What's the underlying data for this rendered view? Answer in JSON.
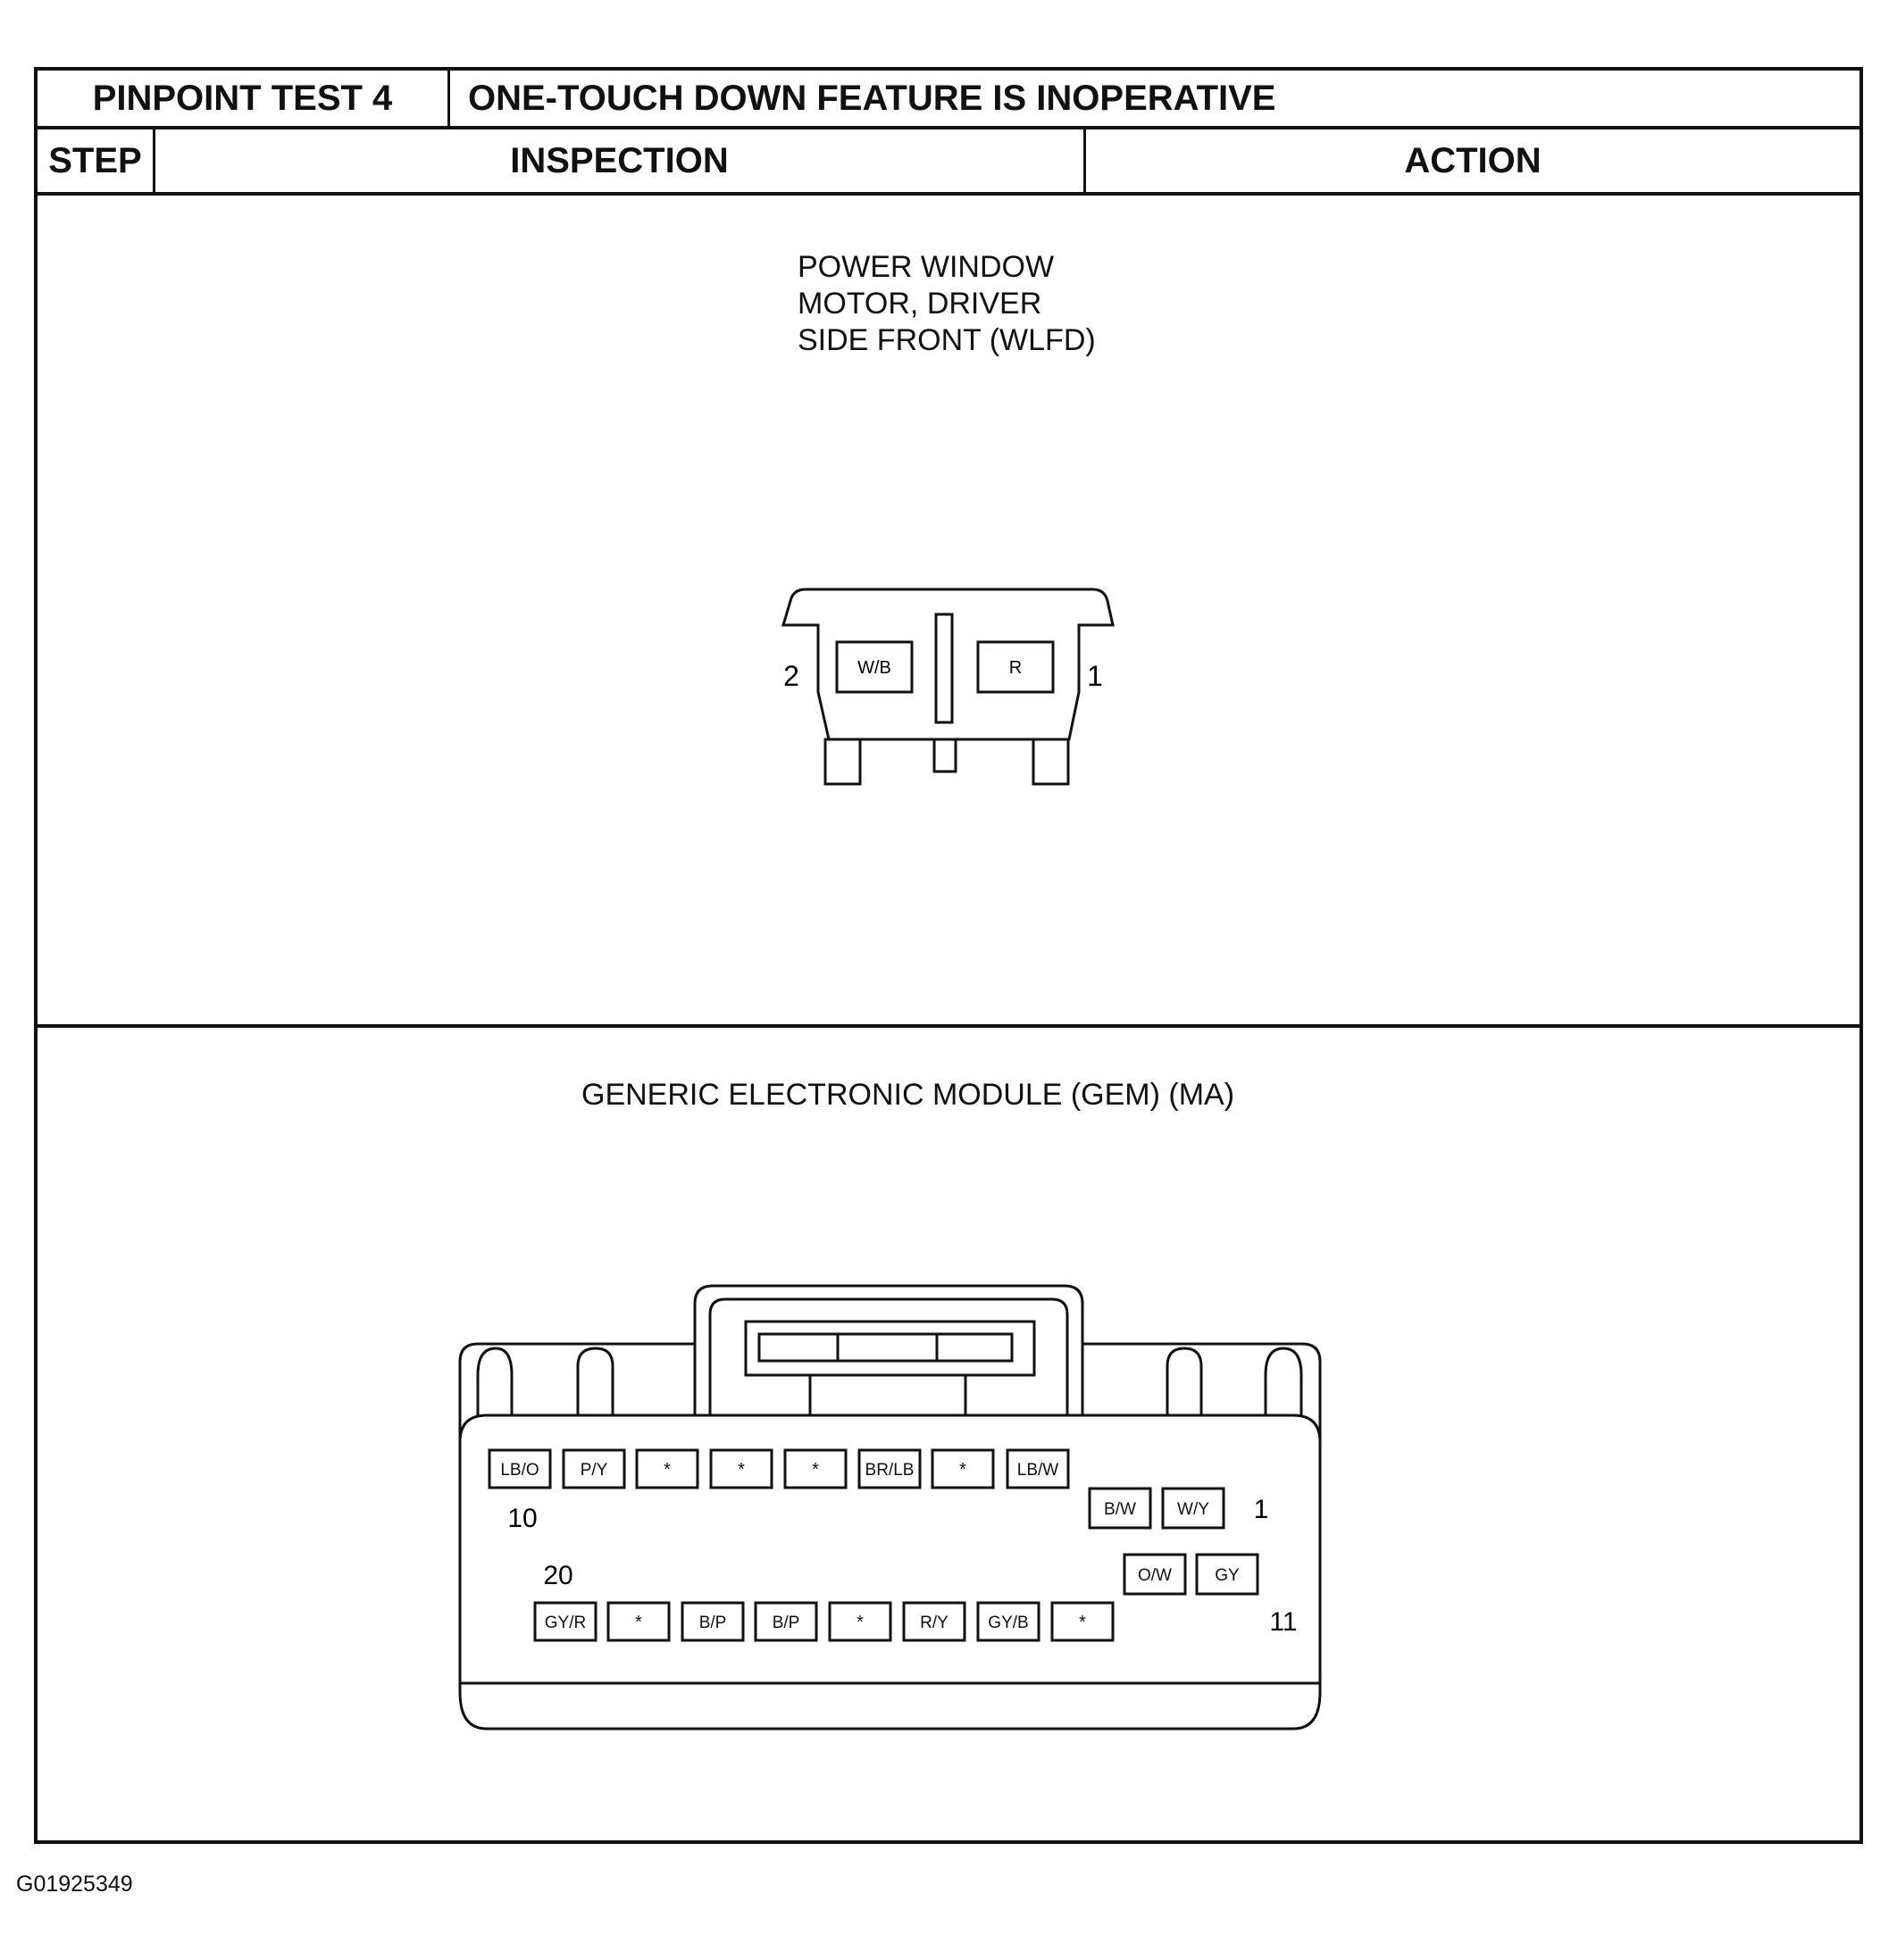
{
  "header": {
    "test_label": "PINPOINT TEST 4",
    "test_title": "ONE-TOUCH DOWN FEATURE IS INOPERATIVE",
    "col_step": "STEP",
    "col_inspection": "INSPECTION",
    "col_action": "ACTION"
  },
  "connector_motor": {
    "title_lines": [
      "POWER WINDOW",
      "MOTOR, DRIVER",
      "SIDE FRONT (WLFD)"
    ],
    "pin_left_number": "2",
    "pin_right_number": "1",
    "pin_left_wire": "W/B",
    "pin_right_wire": "R"
  },
  "connector_gem": {
    "title": "GENERIC ELECTRONIC MODULE (GEM) (MA)",
    "top_row_wires": [
      "LB/O",
      "P/Y",
      "*",
      "*",
      "*",
      "BR/LB",
      "*",
      "LB/W"
    ],
    "right_top_wires": [
      "B/W",
      "W/Y"
    ],
    "right_bottom_wires": [
      "O/W",
      "GY"
    ],
    "bottom_row_wires": [
      "GY/R",
      "*",
      "B/P",
      "B/P",
      "*",
      "R/Y",
      "GY/B",
      "*"
    ],
    "pin_labels": {
      "p10": "10",
      "p20": "20",
      "p1": "1",
      "p11": "11"
    }
  },
  "figure_id": "G01925349"
}
